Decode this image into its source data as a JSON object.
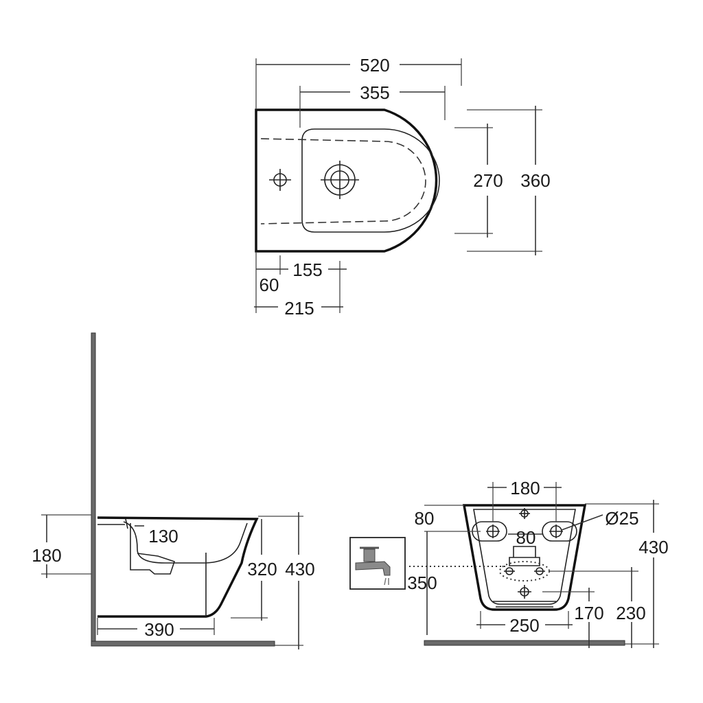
{
  "top_view": {
    "overall_length": "520",
    "bowl_length": "355",
    "bowl_width": "270",
    "overall_width": "360",
    "tap_hole_offset": "155",
    "tap_hole_from_wall": "60",
    "waste_from_wall": "215"
  },
  "side_view": {
    "height_to_fixing": "180",
    "waste_depth": "130",
    "rim_height_inner": "320",
    "rim_height_total": "430",
    "base_length": "390"
  },
  "rear_view": {
    "top_fixing_width": "180",
    "fixing_vertical": "80",
    "fixing_spacing": "80",
    "fixing_diameter": "Ø25",
    "overall_height": "430",
    "supply_height": "350",
    "base_width": "250",
    "waste_height": "170",
    "lower_fixing_height": "230"
  },
  "icons": [
    "tap-icon"
  ]
}
